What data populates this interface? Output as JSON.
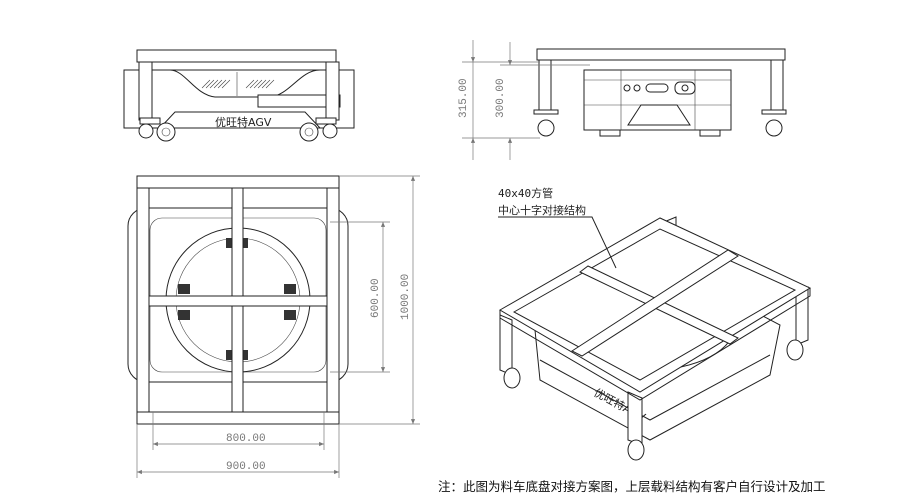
{
  "brand_label": "优旺特AGV",
  "dimensions": {
    "height_total": "315.00",
    "height_body": "300.00",
    "cross_span": "600.00",
    "frame_length": "1000.00",
    "inner_width": "800.00",
    "frame_width": "900.00"
  },
  "callout": {
    "line1": "40x40方管",
    "line2": "中心十字对接结构"
  },
  "note": "注：此图为料车底盘对接方案图，上层载料结构有客户自行设计及加工",
  "colors": {
    "line": "#222222",
    "dimension": "#777777"
  }
}
